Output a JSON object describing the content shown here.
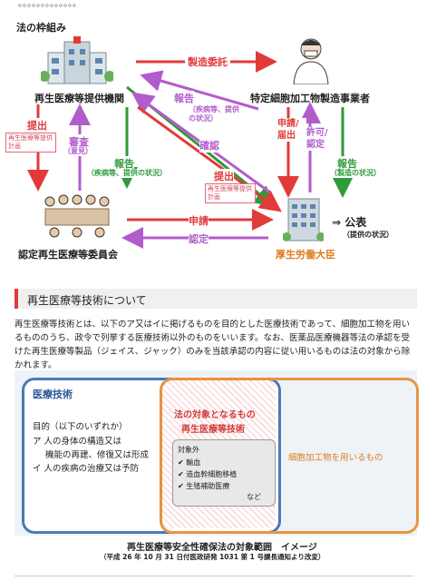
{
  "top_cut": "法の枠組み",
  "framework": {
    "title": "法の枠組み",
    "nodes": {
      "institution": "再生医療等提供機関",
      "manufacturer": "特定細胞加工物製造事業者",
      "committee": "認定再生医療等委員会",
      "minister": "厚生労働大臣",
      "public": "⇒ 公表",
      "public_sub": "（提供の状況）"
    },
    "edges": {
      "seizo_itaku": "製造委託",
      "teishutsu": "提出",
      "teishutsu_box": "再生医療等提供計画",
      "shinsa": "審査",
      "shinsa_sub": "（意見）",
      "houkoku_left": "報告",
      "houkoku_left_sub": "（疾病等、提供の状況）",
      "houkoku_center": "報告",
      "houkoku_center_sub": "（疾病等、提供の状況）",
      "kakunin": "確認",
      "teishutsu2": "提出",
      "teishutsu2_box": "再生医療等提供計画",
      "shinsei": "申請",
      "nintei": "認定",
      "shinsei_todokede": "申請/届出",
      "kyoka_nintei": "許可/認定",
      "houkoku_right": "報告",
      "houkoku_right_sub": "（製造の状況）"
    }
  },
  "section": {
    "heading": "再生医療等技術について",
    "paragraph": "再生医療等技術とは、以下のア又はイに掲げるものを目的とした医療技術であって、細胞加工物を用いるもののうち、政令で列挙する医療技術以外のものをいいます。なお、医薬品医療機器等法の承認を受けた再生医療等製品（ジェイス、ジャック）のみを当該承認の内容に従い用いるものは法の対象から除かれます。"
  },
  "venn": {
    "blue_title": "医療技術",
    "purpose": "目的（以下のいずれか）",
    "item_a1": "ア 人の身体の構造又は",
    "item_a2": "機能の再建、修復又は形成",
    "item_i": "イ 人の疾病の治療又は予防",
    "overlap_title1": "法の対象となるもの",
    "overlap_title2": "再生医療等技術",
    "excluded_title": "対象外",
    "excluded": [
      "✔ 輸血",
      "✔ 造血幹細胞移植",
      "✔ 生殖補助医療"
    ],
    "etc": "など",
    "orange_label": "細胞加工物を用いるもの",
    "caption": "再生医療等安全性確保法の対象範囲　イメージ",
    "caption_sub": "（平成 26 年 10 月 31 日付医政研発 1031 第 1 号課長通知より改変）"
  },
  "colors": {
    "red": "#e23a3a",
    "green": "#2f9a3a",
    "purple": "#b25ccc",
    "pink_box": "#e06a7a",
    "blue": "#4b79b6",
    "orange": "#e89541"
  }
}
